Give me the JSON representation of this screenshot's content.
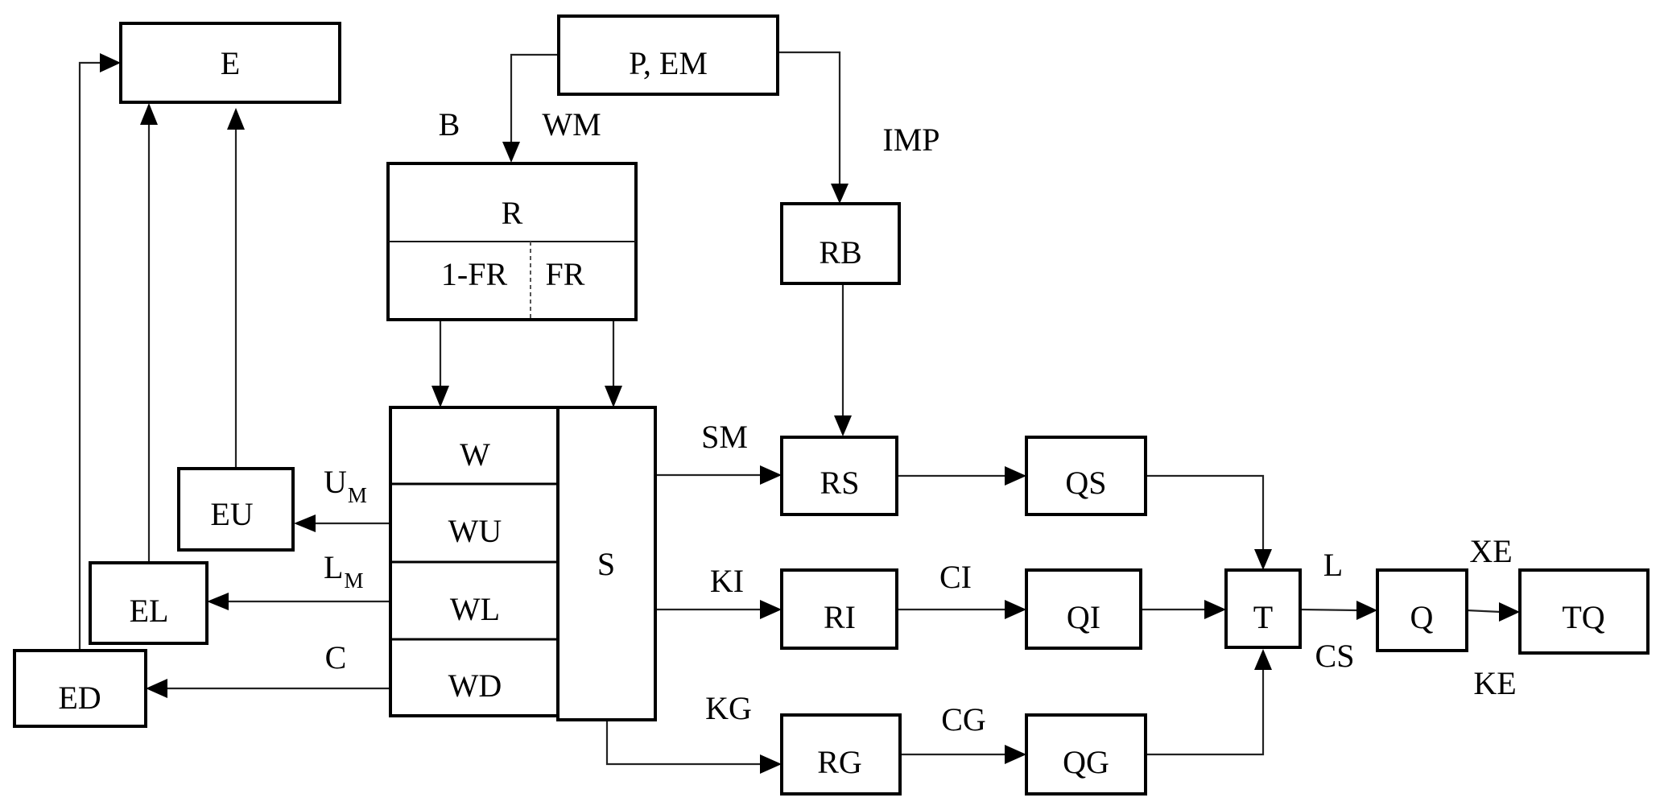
{
  "diagram": {
    "nodes": {
      "E": "E",
      "P_EM": "P, EM",
      "R": "R",
      "R_left": "1-FR",
      "R_right": "FR",
      "RB": "RB",
      "W": "W",
      "WU": "WU",
      "WL": "WL",
      "WD": "WD",
      "S": "S",
      "EU": "EU",
      "EL": "EL",
      "ED": "ED",
      "RS": "RS",
      "QS": "QS",
      "RI": "RI",
      "QI": "QI",
      "RG": "RG",
      "QG": "QG",
      "T": "T",
      "Q": "Q",
      "TQ": "TQ"
    },
    "edge_labels": {
      "B": "B",
      "WM": "WM",
      "IMP": "IMP",
      "U_main": "U",
      "U_sub": "M",
      "L_main": "L",
      "L_sub": "M",
      "C": "C",
      "SM": "SM",
      "KI": "KI",
      "KG": "KG",
      "CI": "CI",
      "CG": "CG",
      "L": "L",
      "CS": "CS",
      "XE": "XE",
      "KE": "KE"
    },
    "edges": [
      {
        "from": "P_EM",
        "to": "R"
      },
      {
        "from": "P_EM",
        "to": "RB"
      },
      {
        "from": "R_left",
        "to": "W"
      },
      {
        "from": "R_right",
        "to": "S"
      },
      {
        "from": "RB",
        "to": "RS"
      },
      {
        "from": "WU",
        "to": "EU",
        "label": "U_M"
      },
      {
        "from": "WL",
        "to": "EL",
        "label": "L_M"
      },
      {
        "from": "WD",
        "to": "ED",
        "label": "C"
      },
      {
        "from": "EU",
        "to": "E"
      },
      {
        "from": "EL",
        "to": "E"
      },
      {
        "from": "ED",
        "to": "E"
      },
      {
        "from": "S",
        "to": "RS",
        "label": "SM"
      },
      {
        "from": "S",
        "to": "RI",
        "label": "KI"
      },
      {
        "from": "S",
        "to": "RG",
        "label": "KG"
      },
      {
        "from": "RS",
        "to": "QS"
      },
      {
        "from": "RI",
        "to": "QI",
        "label": "CI"
      },
      {
        "from": "RG",
        "to": "QG",
        "label": "CG"
      },
      {
        "from": "QS",
        "to": "T"
      },
      {
        "from": "QI",
        "to": "T"
      },
      {
        "from": "QG",
        "to": "T"
      },
      {
        "from": "T",
        "to": "Q",
        "label": "L / CS"
      },
      {
        "from": "Q",
        "to": "TQ",
        "label": "XE / KE"
      }
    ]
  }
}
